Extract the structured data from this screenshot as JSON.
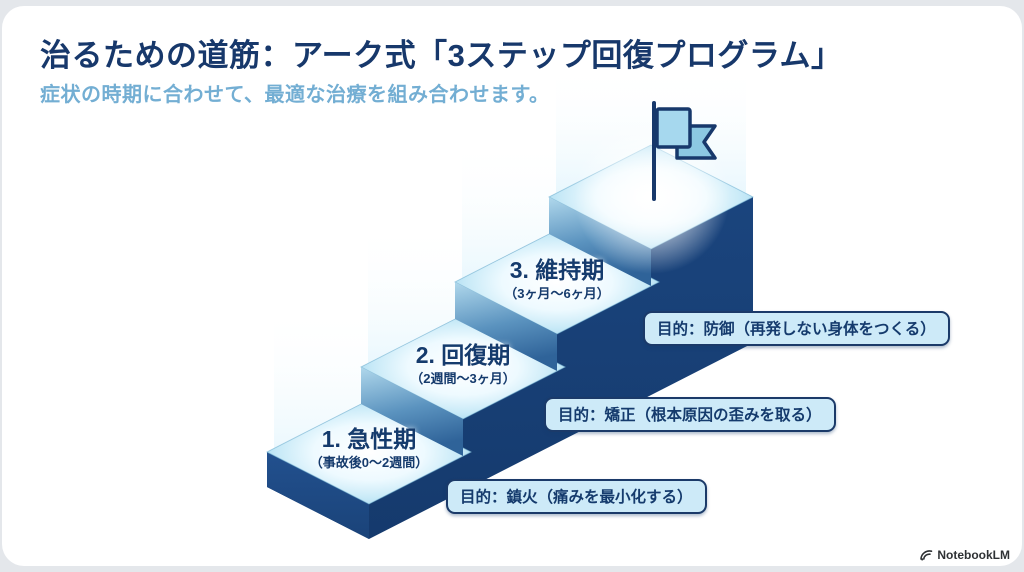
{
  "slide": {
    "title": "治るための道筋：アーク式「3ステップ回復プログラム」",
    "subtitle": "症状の時期に合わせて、最適な治療を組み合わせます。"
  },
  "steps": [
    {
      "label": "1. 急性期",
      "period": "（事故後0～2週間）",
      "goal": "目的：鎮火（痛みを最小化する）"
    },
    {
      "label": "2. 回復期",
      "period": "（2週間～3ヶ月）",
      "goal": "目的：矯正（根本原因の歪みを取る）"
    },
    {
      "label": "3. 維持期",
      "period": "（3ヶ月～6ヶ月）",
      "goal": "目的：防御（再発しない身体をつくる）"
    }
  ],
  "icons": {
    "goal_flag": "goal-flag-icon",
    "brand_logo": "notebooklm-logo-icon"
  },
  "colors": {
    "title_navy": "#17386b",
    "subtitle_blue": "#73aed3",
    "callout_bg": "#cdeaf8",
    "callout_border": "#1b3a69",
    "stair_dark_wall": "#1a4179",
    "stair_front_face": "#1f4d8c",
    "stair_top_light": "#9bd2ec",
    "riser_mid_blue": "#5b93bf"
  },
  "footer": {
    "brand": "NotebookLM"
  }
}
